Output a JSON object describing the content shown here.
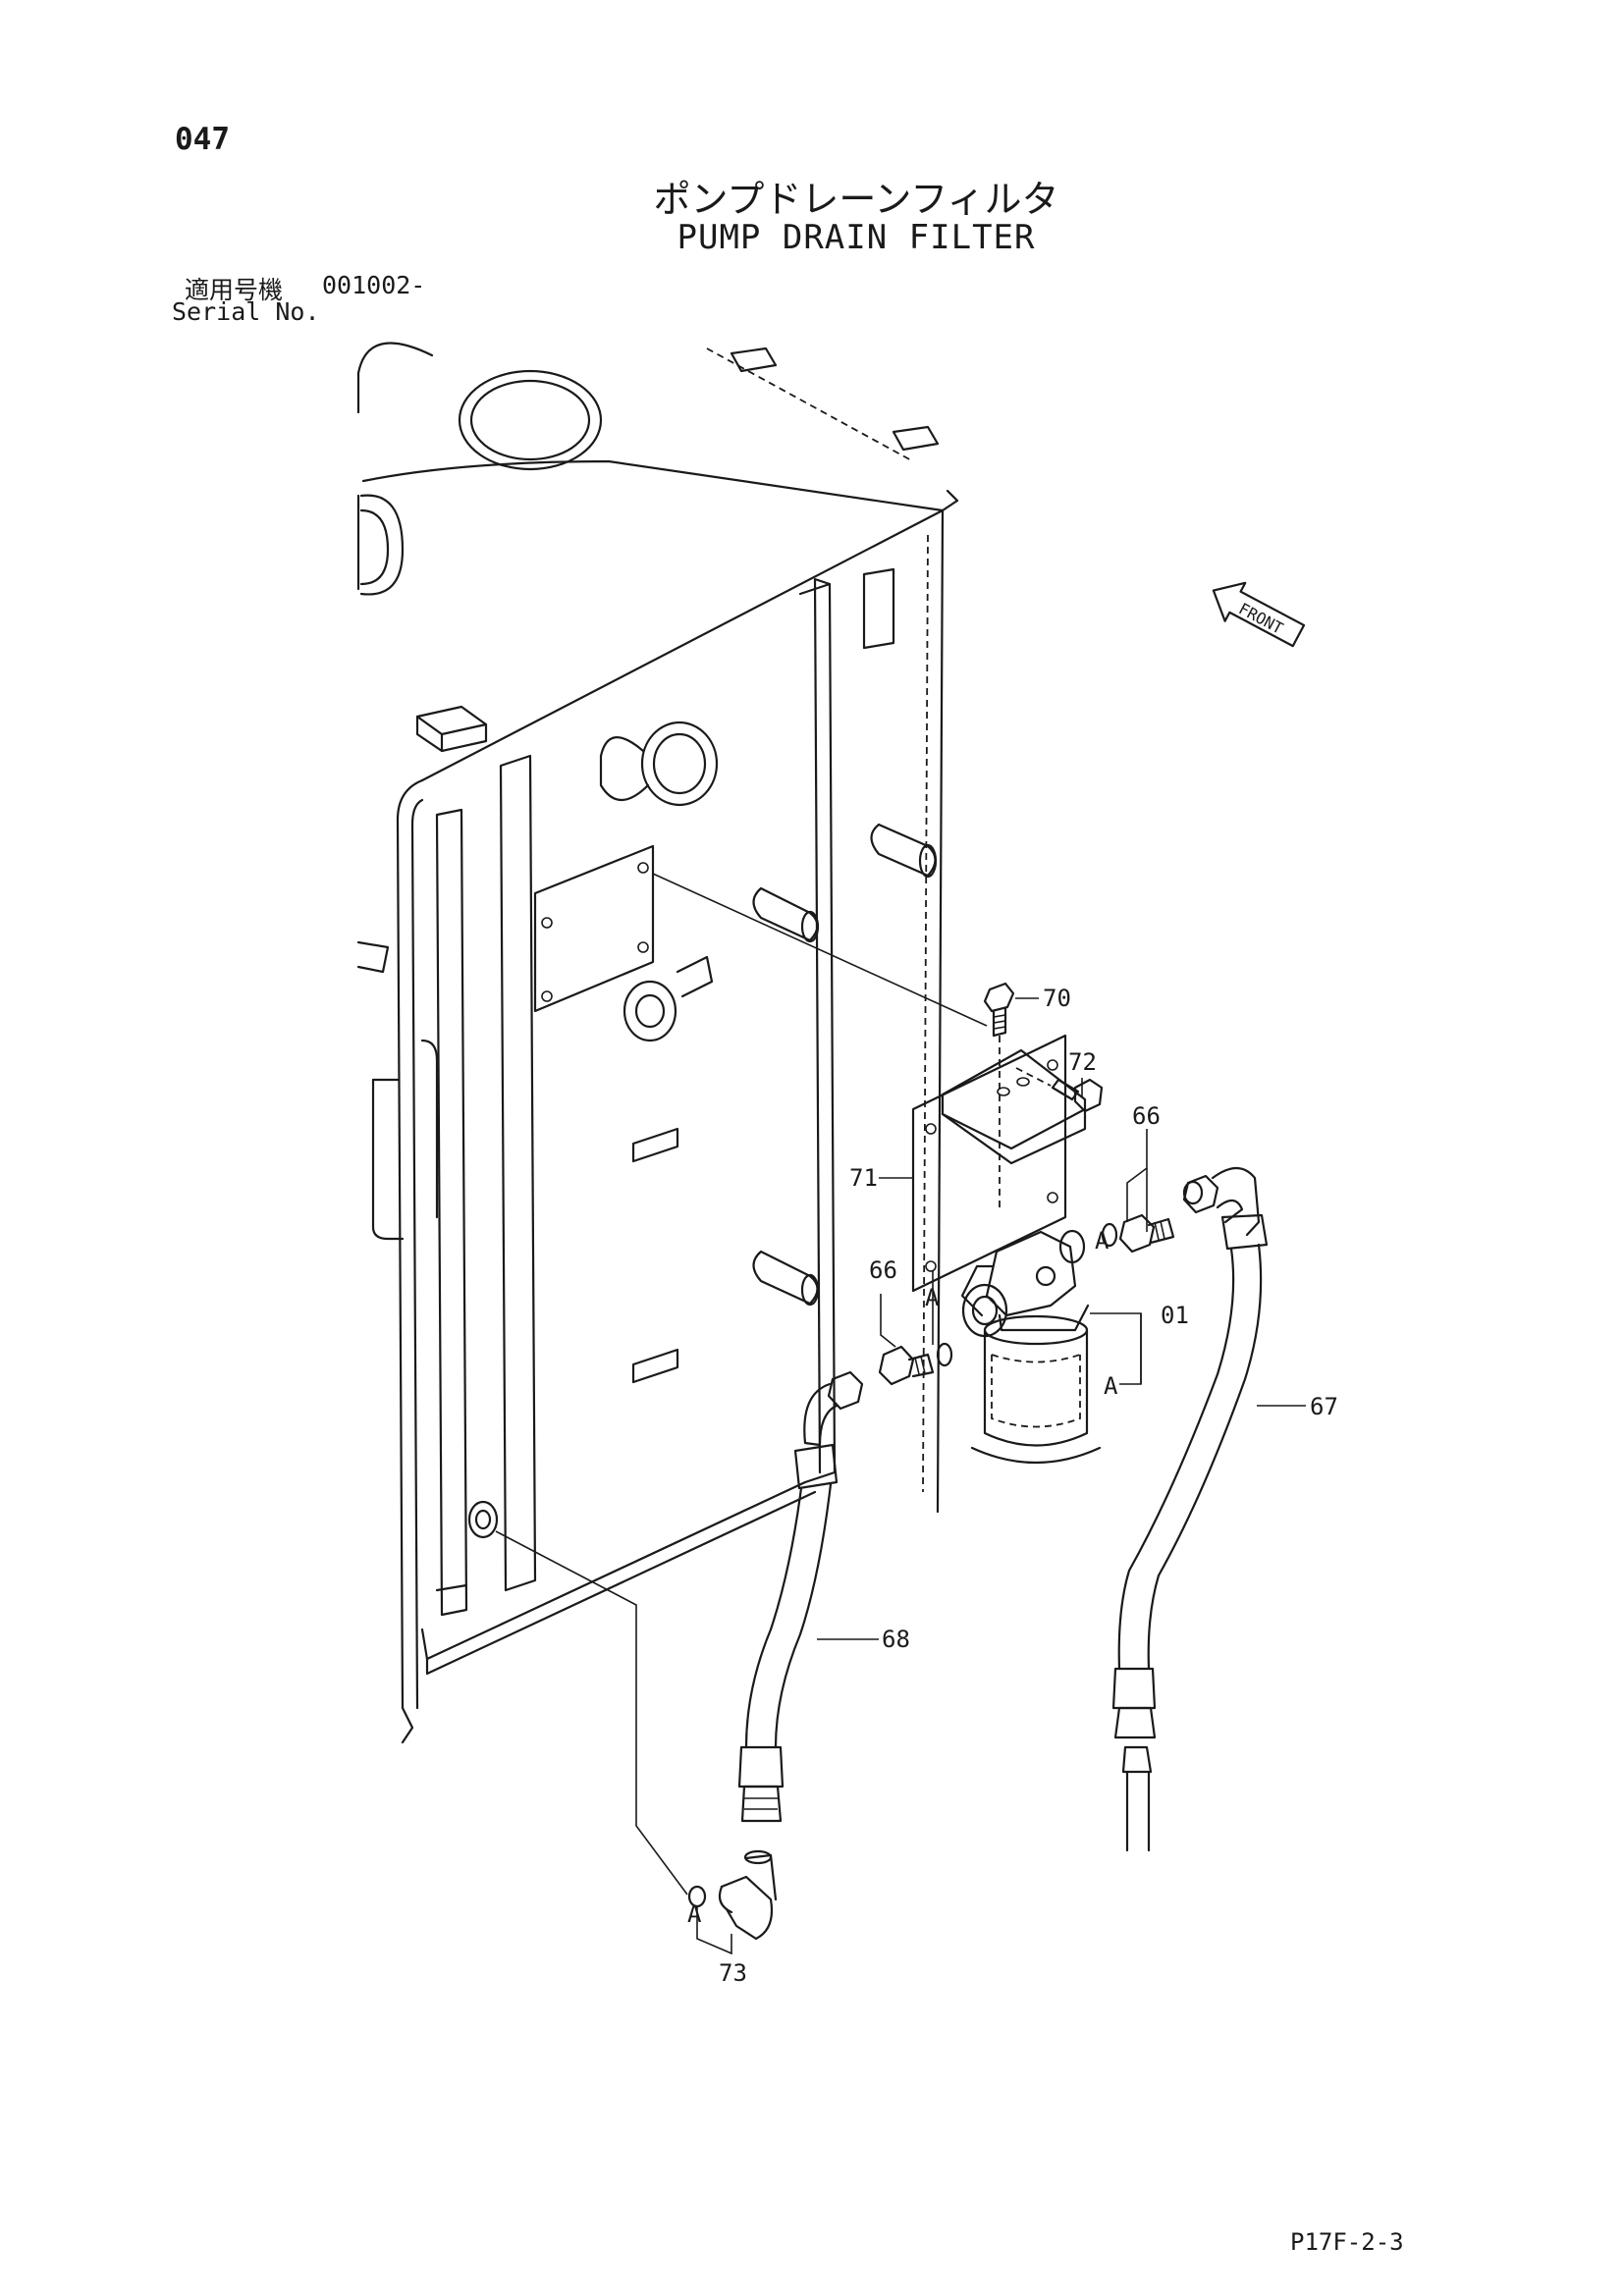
{
  "header": {
    "page_number": "047",
    "title_jp": "ポンプドレーンフィルタ",
    "title_en": "PUMP DRAIN FILTER",
    "serial_label_jp": "適用号機",
    "serial_value": "001002-",
    "serial_label_en": "Serial No."
  },
  "direction_arrow": {
    "label": "FRONT"
  },
  "callouts": {
    "c70": "70",
    "c72": "72",
    "c66a": "66",
    "c71": "71",
    "c66b": "66",
    "c01": "01",
    "c67": "67",
    "c68": "68",
    "c73": "73",
    "a1": "A",
    "a2": "A",
    "a3": "A",
    "a4": "A"
  },
  "footer": {
    "page_code": "P17F-2-3"
  }
}
